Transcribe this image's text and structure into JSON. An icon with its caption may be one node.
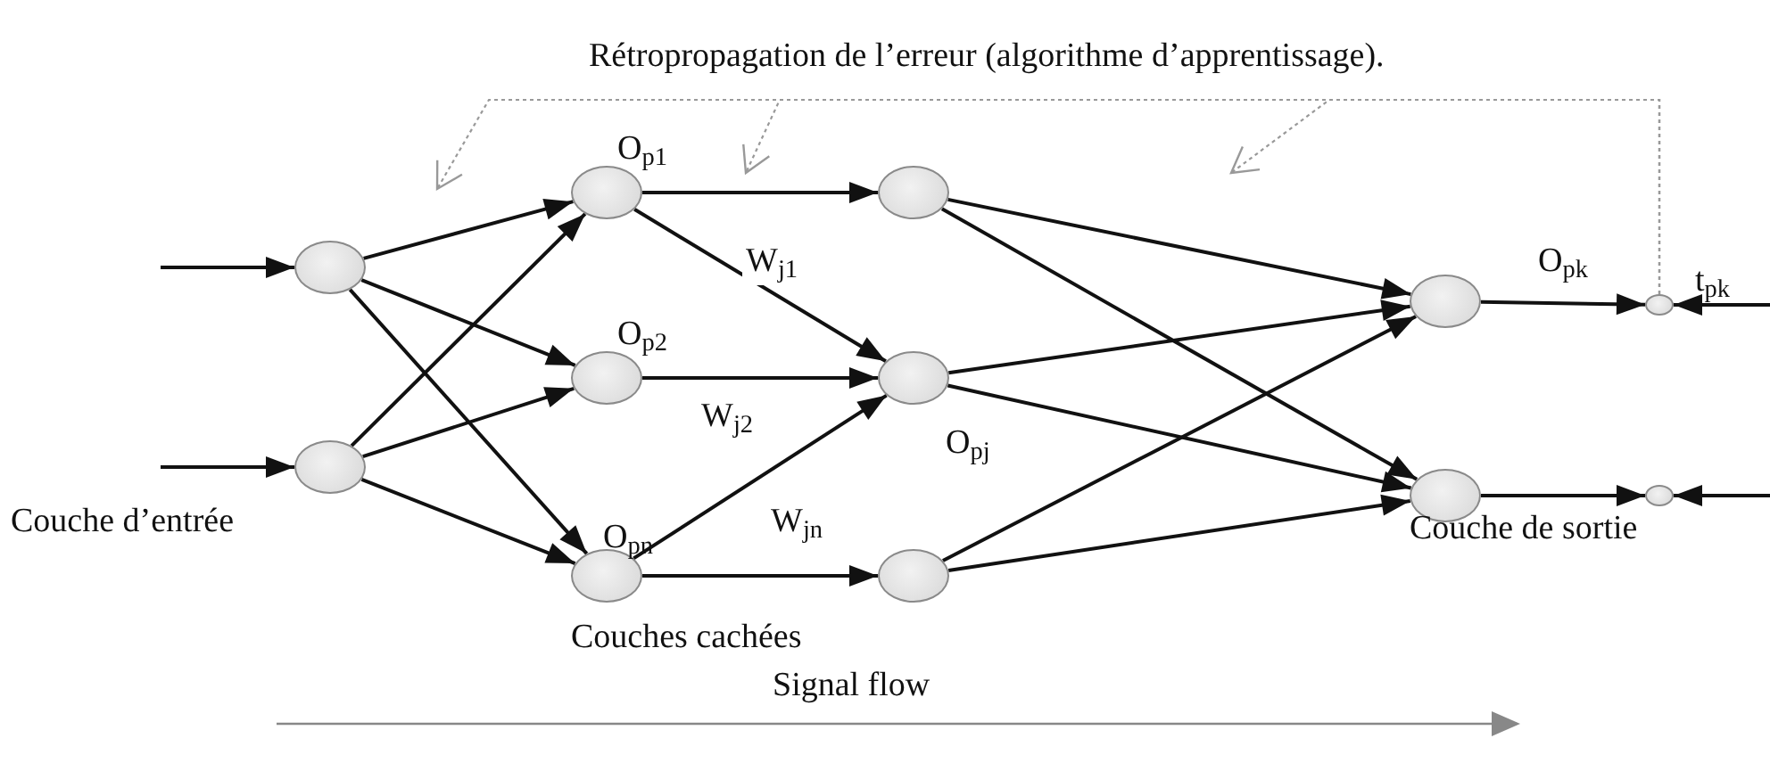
{
  "diagram": {
    "title": "Rétropropagation de l’erreur (algorithme d’apprentissage).",
    "nodes": [
      {
        "text": [],
        "shape": "circle"
      },
      {
        "text": [],
        "shape": "circle"
      },
      {
        "text": [],
        "shape": "circle"
      },
      {
        "text": [],
        "shape": "circle"
      },
      {
        "text": [],
        "shape": "circle"
      },
      {
        "text": [],
        "shape": "circle"
      },
      {
        "text": [],
        "shape": "circle"
      },
      {
        "text": [],
        "shape": "circle"
      },
      {
        "text": [],
        "shape": "circle"
      },
      {
        "text": [],
        "shape": "circle"
      },
      {
        "text": [],
        "shape": "circle"
      },
      {
        "text": [],
        "shape": "circle"
      }
    ],
    "edges": [
      {
        "from": null,
        "to": 0,
        "arrow": "to"
      },
      {
        "from": null,
        "to": 1,
        "arrow": "to"
      },
      {
        "from": 0,
        "to": 2,
        "arrow": "to"
      },
      {
        "from": 0,
        "to": 3,
        "arrow": "to"
      },
      {
        "from": 0,
        "to": 4,
        "arrow": "to"
      },
      {
        "from": 1,
        "to": 2,
        "arrow": "to"
      },
      {
        "from": 1,
        "to": 3,
        "arrow": "to"
      },
      {
        "from": 1,
        "to": 4,
        "arrow": "to"
      },
      {
        "from": 2,
        "to": 5,
        "arrow": "to"
      },
      {
        "from": 2,
        "to": 6,
        "arrow": "to",
        "label": "W$_{j1}$"
      },
      {
        "from": 3,
        "to": 6,
        "arrow": "to",
        "label": "W$_{j2}$"
      },
      {
        "from": 4,
        "to": 6,
        "arrow": "to",
        "label": "W$_{jn}$"
      },
      {
        "from": 4,
        "to": 7,
        "arrow": "to"
      },
      {
        "from": 5,
        "to": 8,
        "arrow": "to"
      },
      {
        "from": 5,
        "to": 9,
        "arrow": "to"
      },
      {
        "from": 6,
        "to": 8,
        "arrow": "to"
      },
      {
        "from": 6,
        "to": 9,
        "arrow": "to"
      },
      {
        "from": 7,
        "to": 8,
        "arrow": "to"
      },
      {
        "from": 7,
        "to": 9,
        "arrow": "to"
      },
      {
        "from": 8,
        "to": 10,
        "arrow": "to"
      },
      {
        "from": 9,
        "to": 11,
        "arrow": "to"
      },
      {
        "from": null,
        "to": 10,
        "arrow": "to"
      },
      {
        "from": null,
        "to": 11,
        "arrow": "to"
      },
      {
        "from": 10,
        "to": null,
        "arrow": "to",
        "style": "dashed",
        "color": "#999999"
      },
      {
        "from": 10,
        "to": null,
        "arrow": "to",
        "style": "dashed",
        "color": "#999999"
      },
      {
        "from": 10,
        "to": null,
        "arrow": "to",
        "style": "dashed",
        "color": "#999999"
      }
    ],
    "labels": [
      "O$_{p1}$",
      "O$_{p2}$",
      "O$_{pn}$",
      "O$_{pj}$",
      "O$_{pk}$",
      "t$_{pk}$",
      "Couche d’entrée",
      "Couches cachées",
      "Couche de sortie",
      "Signal flow"
    ]
  }
}
